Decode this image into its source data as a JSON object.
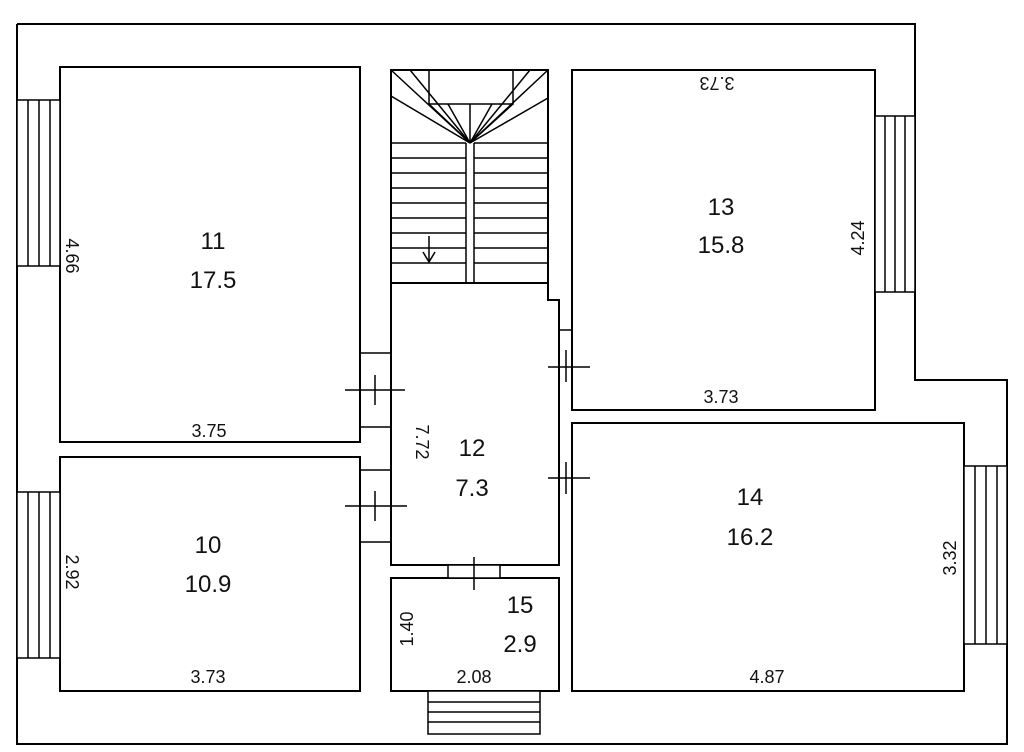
{
  "rooms": {
    "r11": {
      "number": "11",
      "area": "17.5",
      "width": "3.75",
      "depth": "4.66"
    },
    "r13": {
      "number": "13",
      "area": "15.8",
      "width_top": "3.73",
      "width_bottom": "3.73",
      "depth": "4.24"
    },
    "r12": {
      "number": "12",
      "area": "7.3",
      "length": "7.72"
    },
    "r10": {
      "number": "10",
      "area": "10.9",
      "width": "3.73",
      "depth": "2.92"
    },
    "r14": {
      "number": "14",
      "area": "16.2",
      "width": "4.87",
      "depth": "3.32"
    },
    "r15": {
      "number": "15",
      "area": "2.9",
      "width": "2.08",
      "depth": "1.40"
    }
  }
}
